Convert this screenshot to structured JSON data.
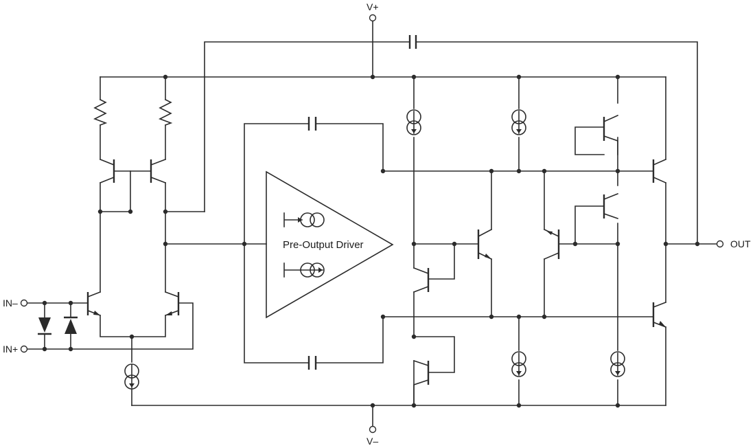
{
  "labels": {
    "v_plus": "V+",
    "v_minus": "V–",
    "in_minus": "IN–",
    "in_plus": "IN+",
    "out": "OUT",
    "driver": "Pre-Output Driver"
  }
}
